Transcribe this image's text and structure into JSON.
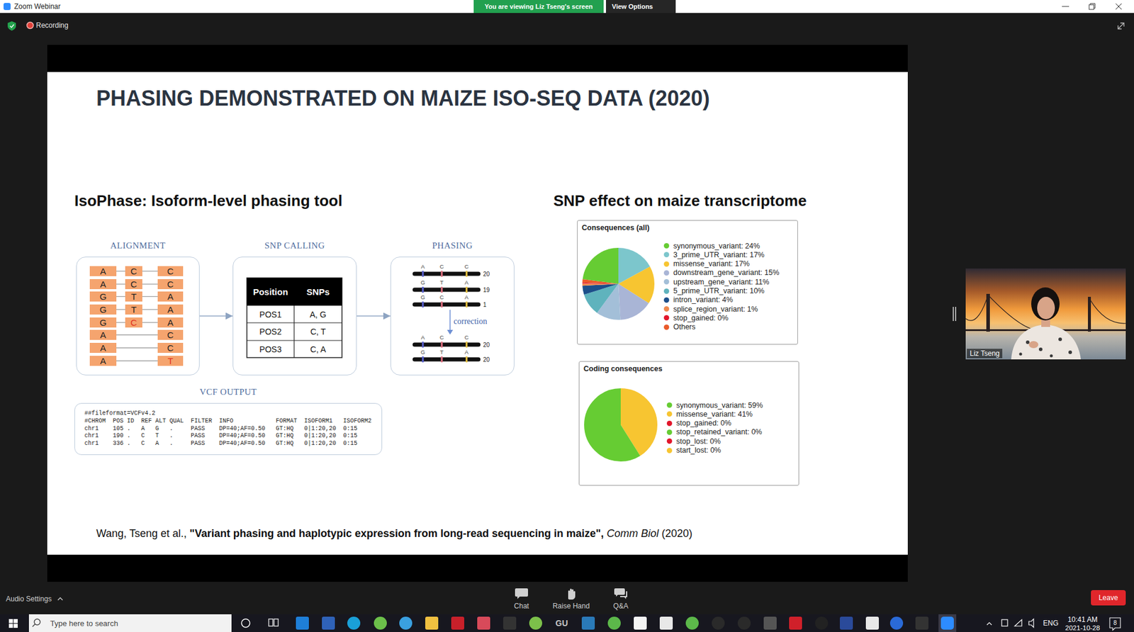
{
  "diagram": {
    "title": "PHASING DEMONSTRATED ON MAIZE ISO-SEQ DATA (2020)",
    "caption": "Wang, Tseng et al.,",
    "nodes": [
      {
        "text": [
          "You are viewing Liz Tseng's screen"
        ]
      },
      {
        "text": [
          "View Options"
        ]
      },
      {
        "text": [
          "ALIGNMENT"
        ]
      },
      {
        "text": [
          "A"
        ],
        "in": 2
      },
      {
        "text": [
          "C"
        ],
        "in": 2
      },
      {
        "text": [
          "C"
        ],
        "in": 2
      },
      {
        "text": [
          "A"
        ],
        "in": 2
      },
      {
        "text": [
          "C"
        ],
        "in": 2
      },
      {
        "text": [
          "C"
        ],
        "in": 2
      },
      {
        "text": [
          "G"
        ],
        "in": 2
      },
      {
        "text": [
          "T"
        ],
        "in": 2
      },
      {
        "text": [
          "A"
        ],
        "in": 2
      },
      {
        "text": [
          "G"
        ],
        "in": 2
      },
      {
        "text": [
          "T"
        ],
        "in": 2
      },
      {
        "text": [
          "A"
        ],
        "in": 2
      },
      {
        "text": [
          "G"
        ],
        "in": 2
      },
      {
        "text": [
          "C"
        ],
        "in": 2
      },
      {
        "text": [
          "A"
        ],
        "in": 2
      },
      {
        "text": [
          "A"
        ],
        "in": 2
      },
      {
        "text": [
          "C"
        ],
        "in": 2
      },
      {
        "text": [
          "A"
        ],
        "in": 2
      },
      {
        "text": [
          "C"
        ],
        "in": 2
      },
      {
        "text": [
          "A"
        ],
        "in": 2
      },
      {
        "text": [
          "T"
        ],
        "in": 2
      },
      {
        "text": [
          "SNP CALLING"
        ]
      },
      {
        "text": [
          "PHASING"
        ]
      },
      {
        "text": [
          "VCF OUTPUT",
          "##fileformat=VCFv4.2",
          "#CHROM  POS ID  REF ALT QUAL  FILTER  INFO            FORMAT  ISOFORM1   ISOFORM2",
          "chr1    105 .   A   G   .     PASS    DP=40;AF=0.50   GT:HQ   0|1:20,20  0:15",
          "chr1    190 .   C   T   .     PASS    DP=40;AF=0.50   GT:HQ   0|1:20,20  0:15",
          "chr1    336 .   C   A   .     PASS    DP=40;AF=0.50   GT:HQ   0|1:20,20  0:15"
        ]
      },
      {
        "text": [
          "Consequences (all)"
        ]
      },
      {
        "text": [
          "Coding consequences"
        ]
      },
      {
        "text": [
          "Liz Tseng"
        ]
      },
      {
        "text": [
          "Leave"
        ]
      },
      {
        "text": [
          "Type here to search"
        ]
      }
    ],
    "edges": [
      {
        "from": 3,
        "to": 4,
        "arrow": "none"
      },
      {
        "from": 4,
        "to": 5,
        "arrow": "none"
      },
      {
        "from": 6,
        "to": 7,
        "arrow": "none"
      },
      {
        "from": 7,
        "to": 8,
        "arrow": "none"
      },
      {
        "from": 9,
        "to": 10,
        "arrow": "none"
      },
      {
        "from": 10,
        "to": 11,
        "arrow": "none"
      },
      {
        "from": 12,
        "to": 13,
        "arrow": "none"
      },
      {
        "from": 13,
        "to": 14,
        "arrow": "none"
      },
      {
        "from": 15,
        "to": 16,
        "arrow": "none"
      },
      {
        "from": 16,
        "to": 17,
        "arrow": "none"
      },
      {
        "from": 18,
        "to": 19,
        "arrow": "none"
      },
      {
        "from": 20,
        "to": 21,
        "arrow": "none"
      },
      {
        "from": 22,
        "to": 23,
        "arrow": "none"
      },
      {
        "from": 2,
        "to": 24,
        "arrow": "to"
      },
      {
        "from": 24,
        "to": 25,
        "arrow": "to"
      }
    ],
    "labels": [
      "Zoom Webinar",
      "Recording",
      "IsoPhase: Isoform-level phasing tool",
      "SNP effect on maize transcriptome",
      "Position",
      "SNPs",
      "POS1",
      "A, G",
      "POS2",
      "C, T",
      "POS3",
      "C, A",
      "A",
      "C",
      "C",
      "20",
      "G",
      "T",
      "A",
      "19",
      "G",
      "C",
      "A",
      "1",
      "correction",
      "A",
      "C",
      "C",
      "20",
      "G",
      "T",
      "A",
      "20",
      "\"Variant phasing and haplotypic expression from long-read sequencing in maize\",",
      "Comm Biol",
      "(2020)",
      "Audio Settings",
      "Chat",
      "Raise Hand",
      "Q&A",
      "GU",
      "ENG",
      "10:41 AM",
      "2021-10-28",
      "8"
    ],
    "legend": [
      {
        "text": "synonymous_variant: 24%",
        "color": "#66cc33"
      },
      {
        "text": "3_prime_UTR_variant: 17%",
        "color": "#7cc6cc"
      },
      {
        "text": "missense_variant: 17%",
        "color": "#f7c531"
      },
      {
        "text": "downstream_gene_variant: 15%",
        "color": "#a9b5d6"
      },
      {
        "text": "upstream_gene_variant: 11%",
        "color": "#a3bfd8"
      },
      {
        "text": "5_prime_UTR_variant: 10%",
        "color": "#5fb3bd"
      },
      {
        "text": "intron_variant: 4%",
        "color": "#1c4f8a"
      },
      {
        "text": "splice_region_variant: 1%",
        "color": "#ee8a4f"
      },
      {
        "text": "stop_gained: 0%",
        "color": "#e2152a"
      },
      {
        "text": "Others",
        "color": "#ea5a2a"
      },
      {
        "text": "synonymous_variant: 59%",
        "color": "#66cc33"
      },
      {
        "text": "missense_variant: 41%",
        "color": "#f7c531"
      },
      {
        "text": "stop_gained: 0%",
        "color": "#e2152a"
      },
      {
        "text": "stop_retained_variant: 0%",
        "color": "#66cc33"
      },
      {
        "text": "stop_lost: 0%",
        "color": "#e2152a"
      },
      {
        "text": "start_lost: 0%",
        "color": "#f7c531"
      }
    ]
  }
}
